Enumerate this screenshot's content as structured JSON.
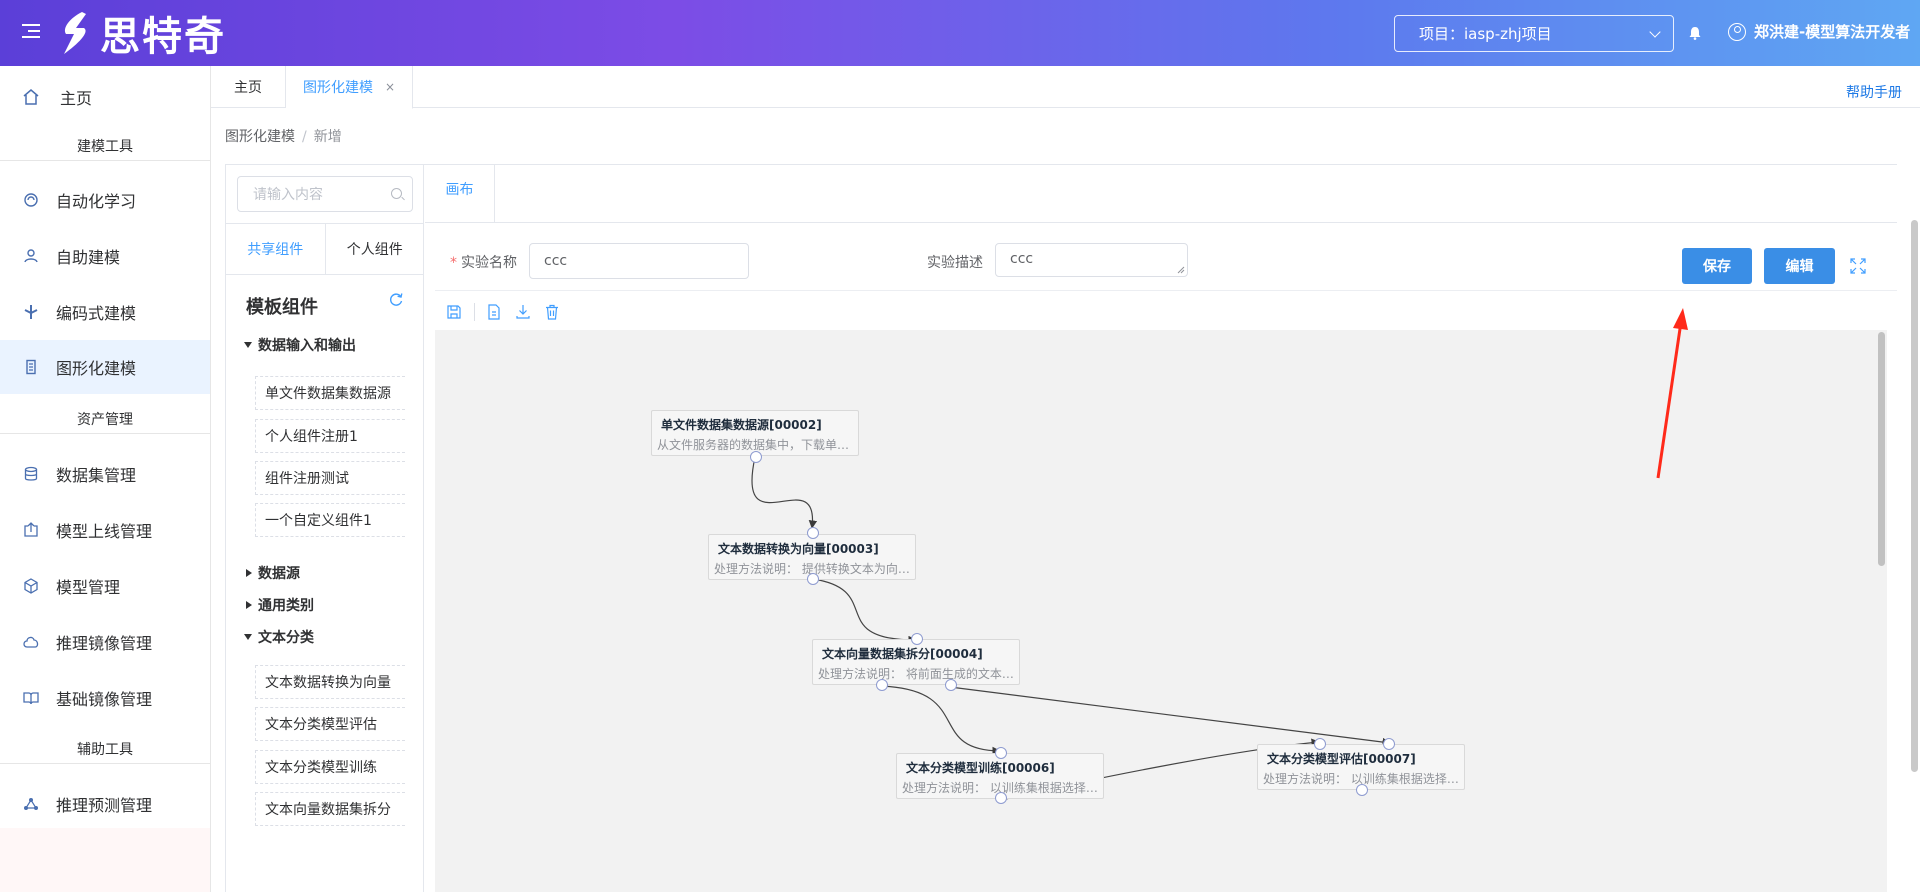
{
  "header": {
    "logo_text": "思特奇",
    "project_label": "项目：iasp-zhj项目",
    "user_name": "郑洪建-模型算法开发者"
  },
  "sidebar": {
    "home": "主页",
    "groups": [
      "建模工具",
      "资产管理",
      "辅助工具"
    ],
    "items": [
      {
        "label": "自动化学习",
        "icon": "auto-learning-icon"
      },
      {
        "label": "自助建模",
        "icon": "self-modeling-icon"
      },
      {
        "label": "编码式建模",
        "icon": "code-modeling-icon"
      },
      {
        "label": "图形化建模",
        "icon": "graph-modeling-icon"
      },
      {
        "label": "数据集管理",
        "icon": "database-icon"
      },
      {
        "label": "模型上线管理",
        "icon": "upload-icon"
      },
      {
        "label": "模型管理",
        "icon": "cube-icon"
      },
      {
        "label": "推理镜像管理",
        "icon": "cloud-icon"
      },
      {
        "label": "基础镜像管理",
        "icon": "book-icon"
      },
      {
        "label": "推理预测管理",
        "icon": "network-icon"
      }
    ]
  },
  "tabs": {
    "home": "主页",
    "graph_modeling": "图形化建模",
    "close": "×",
    "help": "帮助手册"
  },
  "breadcrumb": {
    "parent": "图形化建模",
    "separator": "/",
    "current": "新增"
  },
  "component_panel": {
    "search_placeholder": "请输入内容",
    "tab_shared": "共享组件",
    "tab_personal": "个人组件",
    "title": "模板组件",
    "categories": [
      {
        "name": "数据输入和输出",
        "items": [
          "单文件数据集数据源",
          "个人组件注册1",
          "组件注册测试",
          "一个自定义组件1"
        ]
      },
      {
        "name": "数据源"
      },
      {
        "name": "通用类别"
      },
      {
        "name": "文本分类",
        "items": [
          "文本数据转换为向量",
          "文本分类模型评估",
          "文本分类模型训练",
          "文本向量数据集拆分"
        ]
      }
    ]
  },
  "canvas_tab": "画布",
  "form": {
    "required_mark": "*",
    "name_label": "实验名称",
    "name_value": "ccc",
    "desc_label": "实验描述",
    "desc_value": "ccc",
    "save": "保存",
    "edit": "编辑"
  },
  "nodes": [
    {
      "title": "单文件数据集数据源[00002]",
      "desc": "从文件服务器的数据集中，下载单个文件数据集"
    },
    {
      "title": "文本数据转换为向量[00003]",
      "desc": "处理方法说明：  提供转换文本为向量的能力"
    },
    {
      "title": "文本向量数据集拆分[00004]",
      "desc": "处理方法说明：  将前面生成的文本向量数据集拆分"
    },
    {
      "title": "文本分类模型训练[00006]",
      "desc": "处理方法说明：  以训练集根据选择的算法训练模型"
    },
    {
      "title": "文本分类模型评估[00007]",
      "desc": "处理方法说明：  以训练集根据选择的模型进行评估"
    }
  ],
  "colors": {
    "primary": "#409eff",
    "button": "#3a8ee6",
    "annotation_arrow": "#ff2a1a"
  }
}
